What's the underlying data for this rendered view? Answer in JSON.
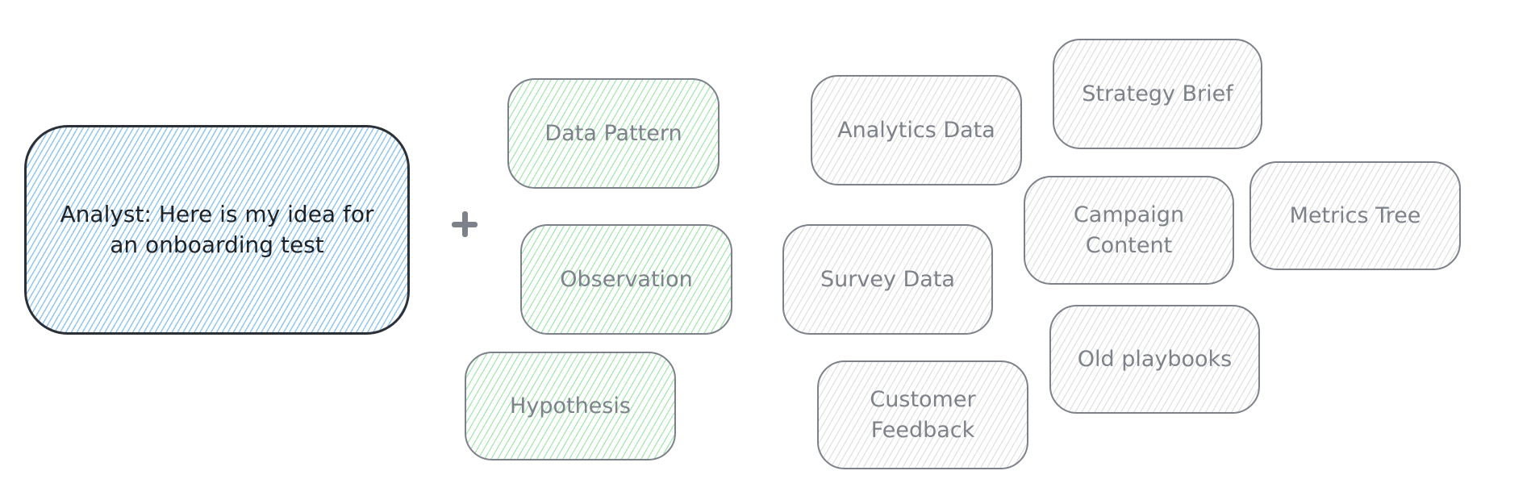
{
  "main_idea": "Analyst: Here is my idea for an onboarding test",
  "operator": "plus-icon",
  "inputs": [
    "Data Pattern",
    "Observation",
    "Hypothesis"
  ],
  "sources": [
    "Analytics Data",
    "Strategy Brief",
    "Campaign Content",
    "Metrics Tree",
    "Survey Data",
    "Old playbooks",
    "Customer Feedback"
  ],
  "colors": {
    "blue_fill": "#a5d8ff",
    "green_fill": "#b2f2bb",
    "gray_stroke": "#7d828a",
    "dark_stroke": "#2c3138"
  }
}
